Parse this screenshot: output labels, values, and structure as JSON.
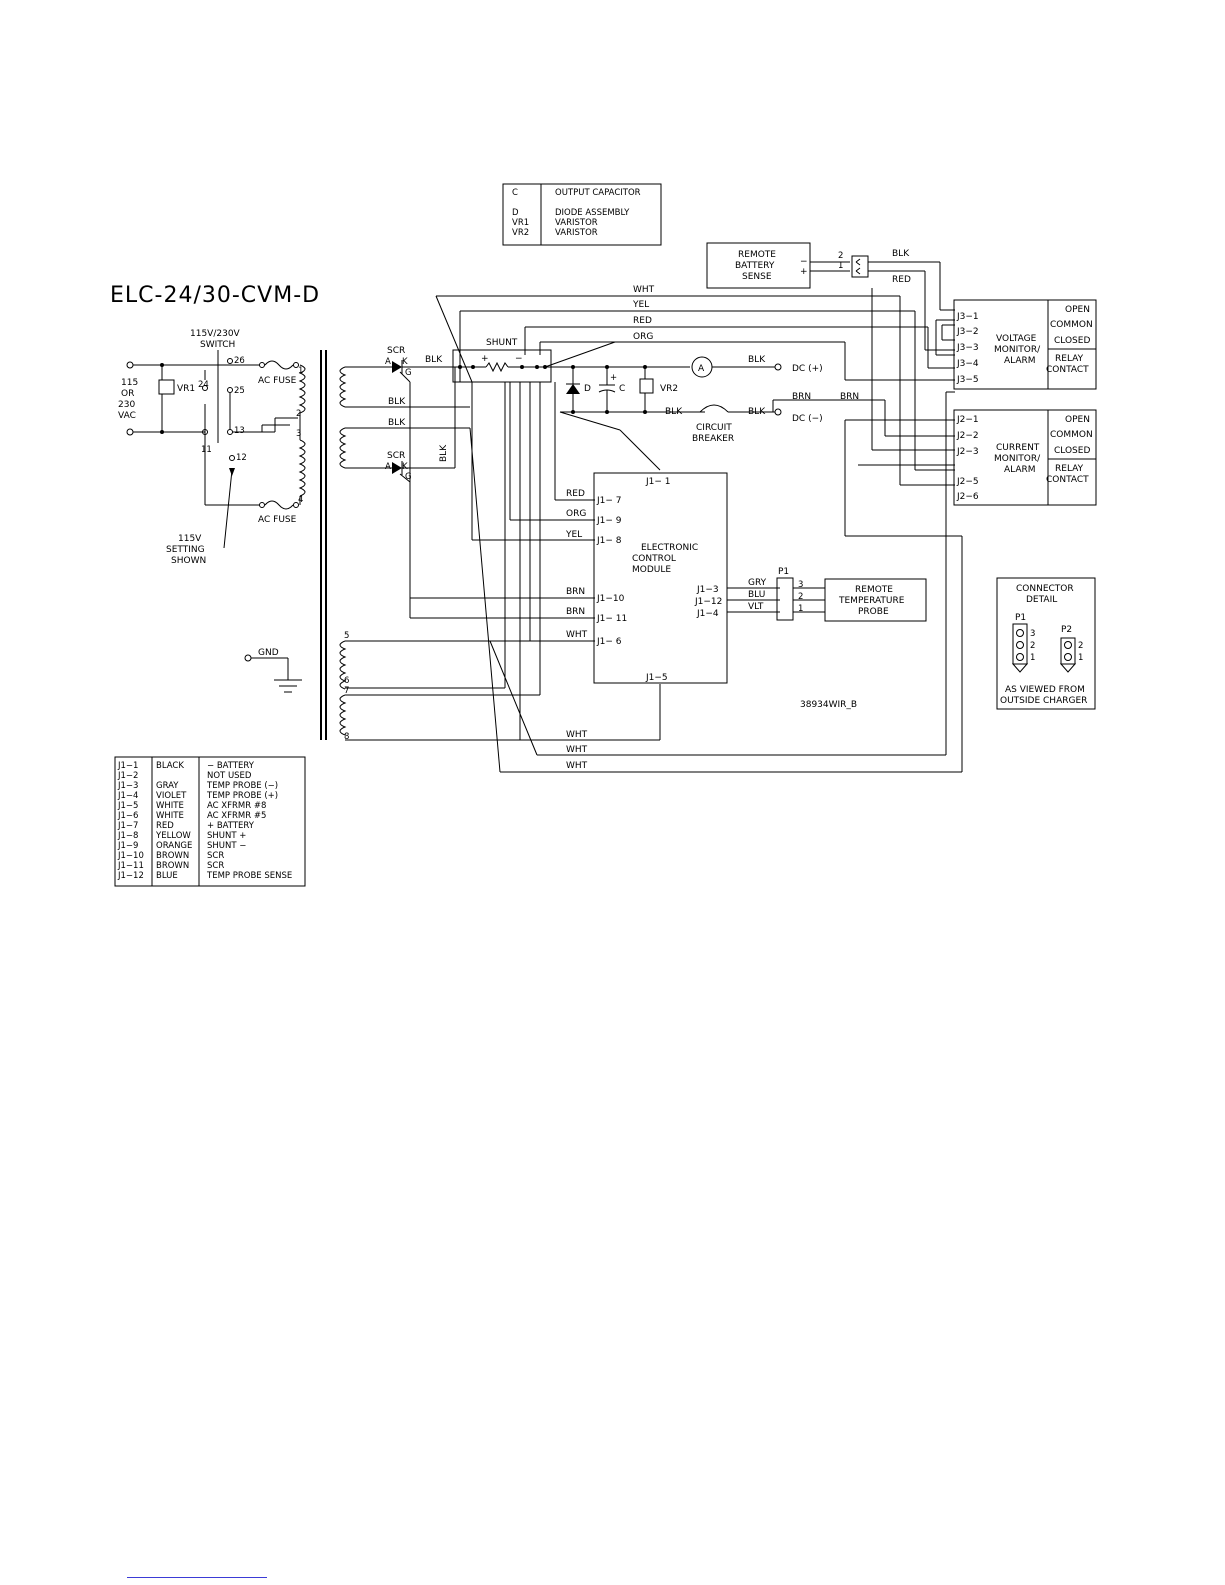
{
  "title": "ELC-24/30-CVM-D",
  "drawing_number": "38934WIR_B",
  "component_legend": [
    {
      "code": "C",
      "desc": "OUTPUT CAPACITOR"
    },
    {
      "code": "D",
      "desc": "DIODE ASSEMBLY"
    },
    {
      "code": "VR1",
      "desc": "VARISTOR"
    },
    {
      "code": "VR2",
      "desc": "VARISTOR"
    }
  ],
  "input": {
    "line1": "115",
    "line2": "OR",
    "line3": "230",
    "line4": "VAC",
    "vr1": "VR1"
  },
  "switch": {
    "title1": "115V/230V",
    "title2": "SWITCH",
    "terminals": [
      "26",
      "24",
      "25",
      "13",
      "11",
      "12"
    ],
    "note1": "115V",
    "note2": "SETTING",
    "note3": "SHOWN"
  },
  "fuse_label": "AC FUSE",
  "transformer_taps": [
    "1",
    "2",
    "3",
    "4",
    "5",
    "6",
    "7",
    "8"
  ],
  "scr": {
    "label": "SCR",
    "anode": "A",
    "cathode": "K",
    "gate": "G"
  },
  "shunt": {
    "label": "SHUNT",
    "plus": "+",
    "minus": "−"
  },
  "diode": "D",
  "capacitor": "C",
  "capacitor_plus": "+",
  "vr2": "VR2",
  "ammeter": "A",
  "dc_pos": "DC (+)",
  "dc_neg": "DC (−)",
  "breaker": {
    "l1": "CIRCUIT",
    "l2": "BREAKER"
  },
  "wires": {
    "blk": "BLK",
    "wht": "WHT",
    "yel": "YEL",
    "red": "RED",
    "org": "ORG",
    "brn": "BRN",
    "gry": "GRY",
    "blu": "BLU",
    "vlt": "VLT"
  },
  "remote_battery_sense": {
    "l1": "REMOTE",
    "l2": "BATTERY",
    "l3": "SENSE",
    "minus": "−",
    "plus": "+",
    "pin2": "2",
    "pin1": "1"
  },
  "voltage_monitor": {
    "l1": "VOLTAGE",
    "l2": "MONITOR/",
    "l3": "ALARM",
    "pins": [
      "J3−1",
      "J3−2",
      "J3−3",
      "J3−4",
      "J3−5"
    ]
  },
  "current_monitor": {
    "l1": "CURRENT",
    "l2": "MONITOR/",
    "l3": "ALARM",
    "pins": [
      "J2−1",
      "J2−2",
      "J2−3",
      "J2−5",
      "J2−6"
    ]
  },
  "relay": {
    "open": "OPEN",
    "common": "COMMON",
    "closed": "CLOSED",
    "l1": "RELAY",
    "l2": "CONTACT"
  },
  "ecm": {
    "l1": "ELECTRONIC",
    "l2": "CONTROL",
    "l3": "MODULE",
    "top": "J1− 1",
    "bottom": "J1−5",
    "left_pins": [
      "J1− 7",
      "J1− 9",
      "J1− 8",
      "J1−10",
      "J1− 11",
      "J1− 6"
    ],
    "right_pins": [
      "J1−3",
      "J1−12",
      "J1−4"
    ]
  },
  "p1": {
    "label": "P1",
    "pins": [
      "3",
      "2",
      "1"
    ]
  },
  "p2": {
    "label": "P2",
    "pins": [
      "2",
      "1"
    ]
  },
  "remote_temp_probe": {
    "l1": "REMOTE",
    "l2": "TEMPERATURE",
    "l3": "PROBE"
  },
  "connector_detail": {
    "l1": "CONNECTOR",
    "l2": "DETAIL",
    "f1": "AS VIEWED FROM",
    "f2": "OUTSIDE CHARGER"
  },
  "gnd": "GND",
  "pin_table": [
    [
      "J1−1",
      "BLACK",
      "− BATTERY"
    ],
    [
      "J1−2",
      "",
      "NOT USED"
    ],
    [
      "J1−3",
      "GRAY",
      "TEMP PROBE (−)"
    ],
    [
      "J1−4",
      "VIOLET",
      "TEMP PROBE (+)"
    ],
    [
      "J1−5",
      "WHITE",
      "AC XFRMR #8"
    ],
    [
      "J1−6",
      "WHITE",
      "AC XFRMR #5"
    ],
    [
      "J1−7",
      "RED",
      "+ BATTERY"
    ],
    [
      "J1−8",
      "YELLOW",
      "SHUNT +"
    ],
    [
      "J1−9",
      "ORANGE",
      "SHUNT −"
    ],
    [
      "J1−10",
      "BROWN",
      "SCR"
    ],
    [
      "J1−11",
      "BROWN",
      "SCR"
    ],
    [
      "J1−12",
      "BLUE",
      "TEMP PROBE SENSE"
    ]
  ]
}
